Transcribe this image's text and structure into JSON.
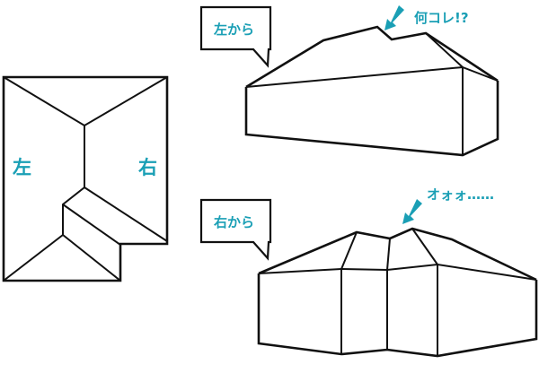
{
  "plan": {
    "left_label": "左",
    "right_label": "右"
  },
  "view_left": {
    "bubble": "左から",
    "comment": "何コレ!?"
  },
  "view_right": {
    "bubble": "右から",
    "comment": "オォォ……"
  },
  "colors": {
    "accent": "#1a9fb5",
    "line": "#111111"
  }
}
